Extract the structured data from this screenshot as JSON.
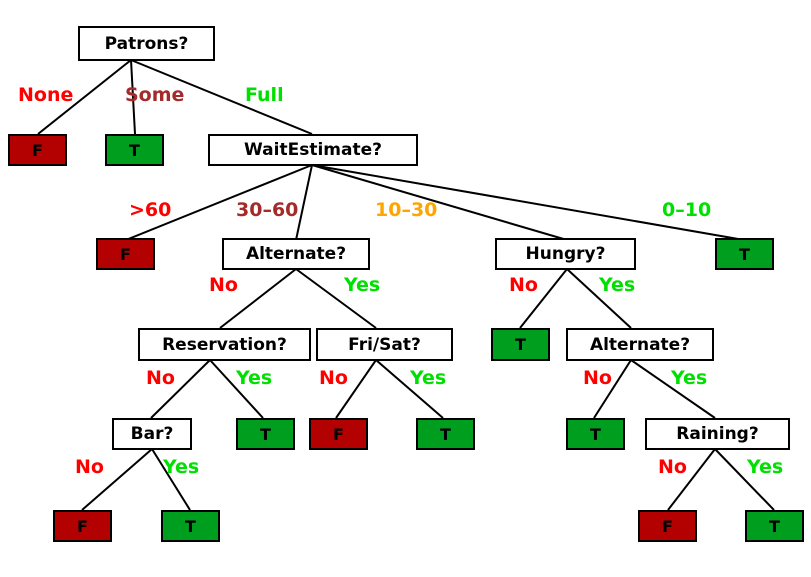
{
  "colors": {
    "leaf_false": "#b30000",
    "leaf_true": "#009e1f",
    "label_no": "#ff0000",
    "label_yes": "#00e000",
    "label_some": "#a52a2a",
    "label_full": "#00e000",
    "label_30_60": "#a52a2a",
    "label_10_30": "#ffa500"
  },
  "nodes": {
    "patrons": "Patrons?",
    "wait": "WaitEstimate?",
    "alternate1": "Alternate?",
    "hungry": "Hungry?",
    "reservation": "Reservation?",
    "frisat": "Fri/Sat?",
    "alternate2": "Alternate?",
    "bar": "Bar?",
    "raining": "Raining?"
  },
  "leaves": {
    "f": "F",
    "t": "T"
  },
  "edge_labels": {
    "none": "None",
    "some": "Some",
    "full": "Full",
    "gt60": ">60",
    "w30_60": "30–60",
    "w10_30": "10–30",
    "w0_10": "0–10",
    "no": "No",
    "yes": "Yes"
  }
}
